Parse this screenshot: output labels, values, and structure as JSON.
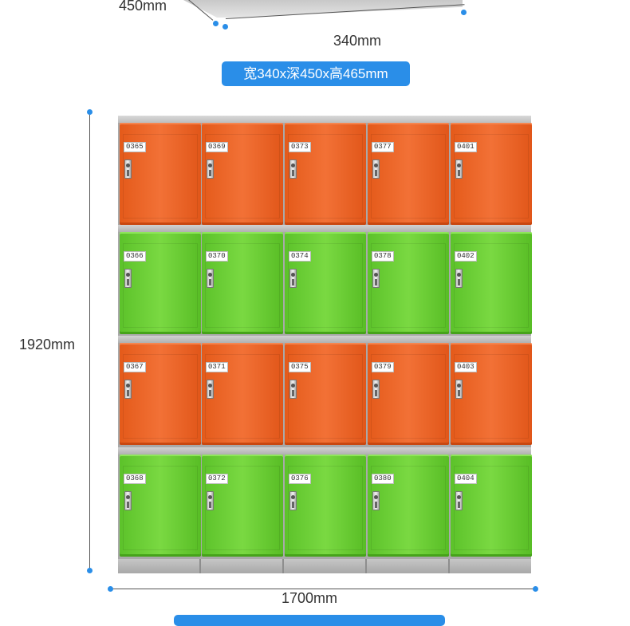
{
  "dimensions": {
    "depth_label": "450mm",
    "width_label": "340mm",
    "height_label": "1920mm",
    "total_width_label": "1700mm"
  },
  "banner": {
    "text": "宽340x深450x高465mm"
  },
  "colors": {
    "accent": "#2a8ee8",
    "orange": "#f06a2e",
    "green": "#72d13a"
  },
  "lockers": {
    "rows": [
      {
        "color": "orange",
        "numbers": [
          "0365",
          "0369",
          "0373",
          "0377",
          "0401"
        ]
      },
      {
        "color": "green",
        "numbers": [
          "0366",
          "0370",
          "0374",
          "0378",
          "0402"
        ]
      },
      {
        "color": "orange",
        "numbers": [
          "0367",
          "0371",
          "0375",
          "0379",
          "0403"
        ]
      },
      {
        "color": "green",
        "numbers": [
          "0368",
          "0372",
          "0376",
          "0380",
          "0404"
        ]
      }
    ]
  }
}
